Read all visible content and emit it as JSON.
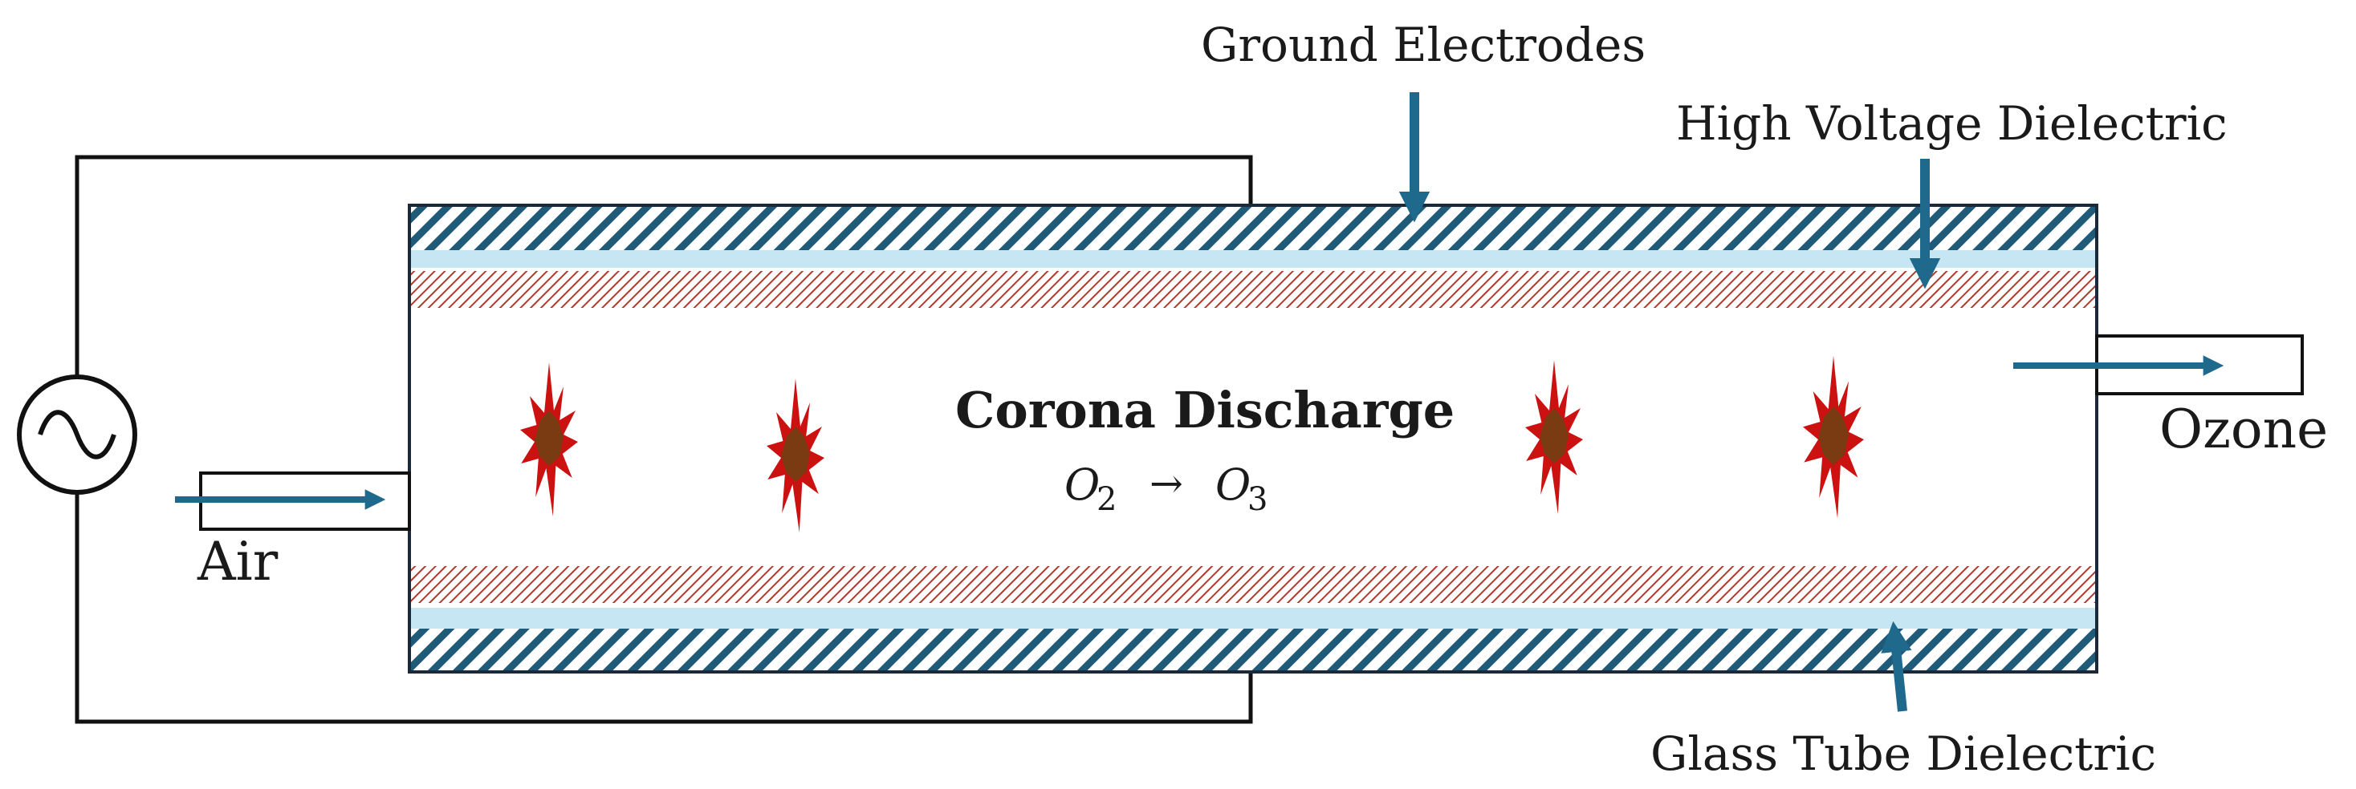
{
  "labels": {
    "ground_electrodes": "Ground Electrodes",
    "high_voltage_dielectric": "High Voltage Dielectric",
    "glass_tube_dielectric": "Glass Tube Dielectric",
    "corona_discharge": "Corona Discharge",
    "air": "Air",
    "ozone": "Ozone"
  },
  "reaction": {
    "reactant": "O",
    "reactant_sub": "2",
    "arrow": "→",
    "product": "O",
    "product_sub": "3"
  },
  "colors": {
    "electrode_hatch": "#1f5a78",
    "dielectric_fill": "#c6e6f3",
    "plasma_hatch": "#b03a2e",
    "arrow": "#1f6a8c",
    "wire": "#111111",
    "spark_outer": "#cc1111",
    "spark_inner": "#7a3a12"
  },
  "icons": {
    "ac_source": "ac-source-icon",
    "spark": "corona-spark-icon"
  }
}
